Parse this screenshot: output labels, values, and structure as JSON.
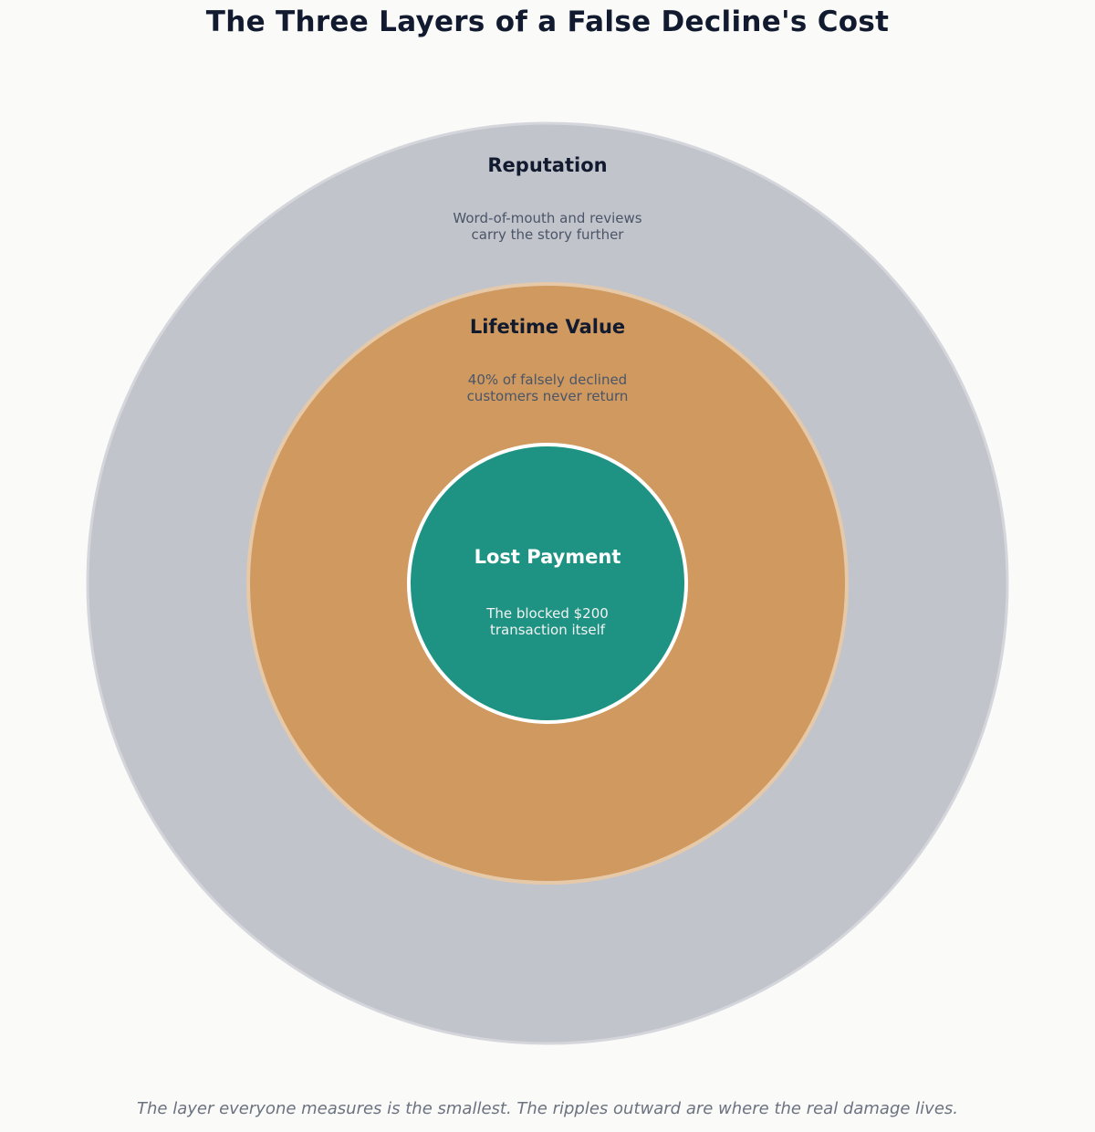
{
  "title": "The Three Layers of a False Decline's Cost",
  "layers": {
    "outer": {
      "title": "Reputation",
      "description_lines": [
        "Word-of-mouth and reviews",
        "carry the story further"
      ],
      "color": "#c2c4cb"
    },
    "middle": {
      "title": "Lifetime Value",
      "description_lines": [
        "40% of falsely declined",
        "customers never return"
      ],
      "color": "#cf995f"
    },
    "inner": {
      "title": "Lost Payment",
      "description_lines": [
        "The blocked $200",
        "transaction itself"
      ],
      "color": "#1f9383"
    }
  },
  "footer": "The layer everyone measures is the smallest. The ripples outward are where the real damage lives."
}
